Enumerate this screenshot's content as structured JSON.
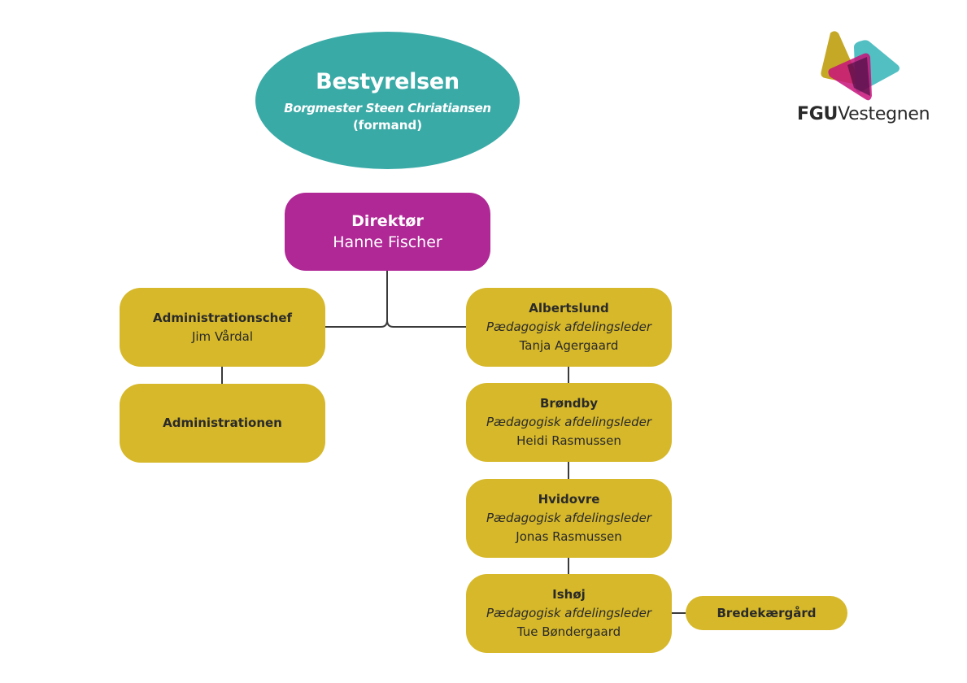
{
  "board": {
    "title": "Bestyrelsen",
    "chair": "Borgmester Steen Chriatiansen",
    "chair_role": "(formand)"
  },
  "director": {
    "title": "Direktør",
    "name": "Hanne Fischer"
  },
  "admin_chief": {
    "title": "Administrationschef",
    "name": "Jim Vårdal"
  },
  "administration": {
    "title": "Administrationen"
  },
  "departments": [
    {
      "location": "Albertslund",
      "role": "Pædagogisk afdelingsleder",
      "name": "Tanja Agergaard"
    },
    {
      "location": "Brøndby",
      "role": "Pædagogisk afdelingsleder",
      "name": "Heidi Rasmussen"
    },
    {
      "location": "Hvidovre",
      "role": "Pædagogisk afdelingsleder",
      "name": "Jonas Rasmussen"
    },
    {
      "location": "Ishøj",
      "role": "Pædagogisk afdelingsleder",
      "name": "Tue Bøndergaard"
    }
  ],
  "sub_unit": {
    "title": "Bredekærgård"
  },
  "logo": {
    "bold": "FGU",
    "regular": "Vestegnen",
    "icon": "overlapping-triangles-logo-icon"
  },
  "colors": {
    "board": "#3aaaa7",
    "director": "#b02796",
    "units": "#d6b82a",
    "connector": "#3a3a3a"
  }
}
